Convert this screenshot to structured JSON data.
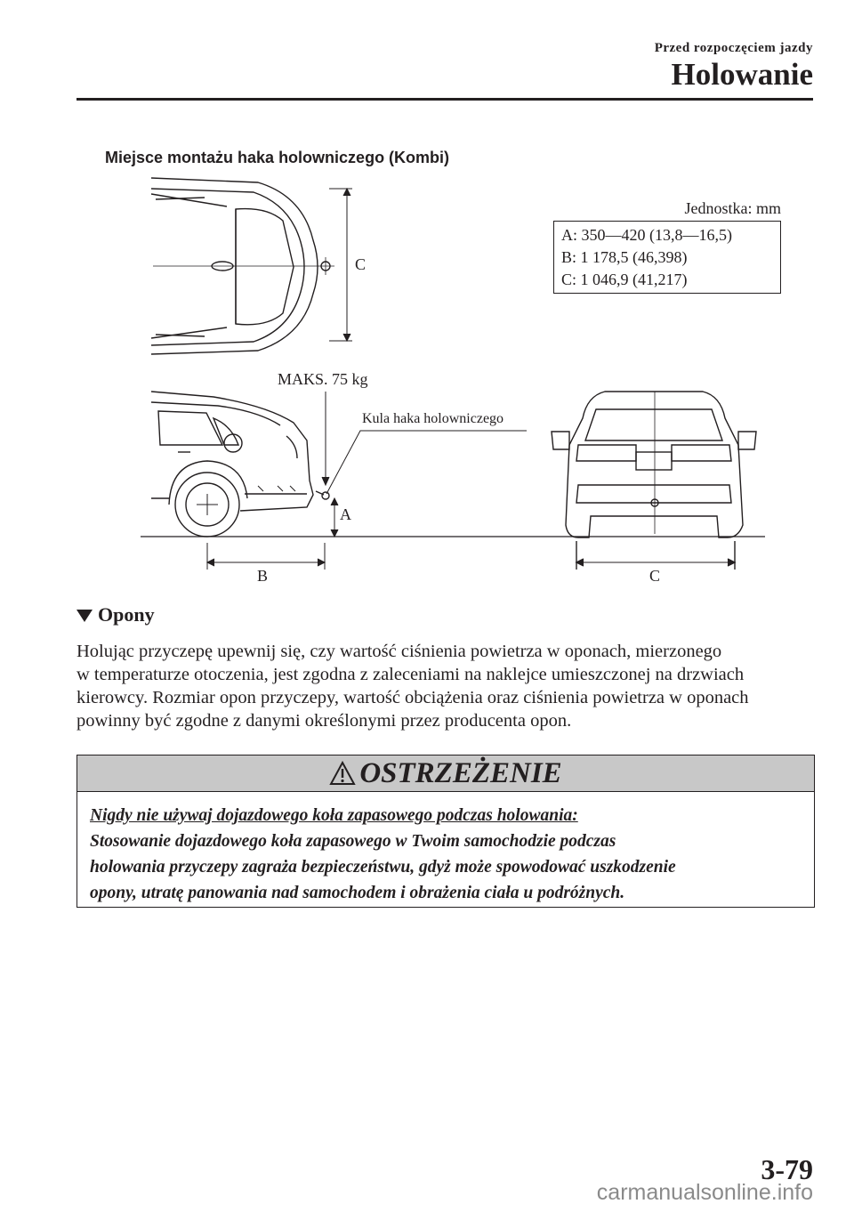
{
  "header": {
    "section": "Przed rozpoczęciem jazdy",
    "title": "Holowanie"
  },
  "figure": {
    "caption": "Miejsce montażu haka holowniczego (Kombi)",
    "unit": "Jednostka: mm",
    "specs": [
      "A: 350—420 (13,8—16,5)",
      "B: 1 178,5 (46,398)",
      "C: 1 046,9 (41,217)"
    ],
    "labels": {
      "top_c": "C",
      "max_load": "MAKS. 75 kg",
      "ball": "Kula haka holowniczego",
      "a": "A",
      "b": "B",
      "rear_c": "C"
    }
  },
  "section": {
    "title": "Opony",
    "body_lines": [
      "Holując przyczepę upewnij się, czy wartość ciśnienia powietrza w oponach, mierzonego",
      "w temperaturze otoczenia, jest zgodna z zaleceniami na naklejce umieszczonej na drzwiach",
      "kierowcy. Rozmiar opon przyczepy, wartość obciążenia oraz ciśnienia powietrza w oponach",
      "powinny być zgodne z danymi określonymi przez producenta opon."
    ]
  },
  "warning": {
    "title": "OSTRZEŻENIE",
    "lines": [
      "Nigdy nie używaj dojazdowego koła zapasowego podczas holowania:",
      "Stosowanie dojazdowego koła zapasowego w Twoim samochodzie podczas",
      "holowania przyczepy zagraża bezpieczeństwu, gdyż może spowodować uszkodzenie",
      "opony, utratę panowania nad samochodem i obrażenia ciała u podróżnych."
    ]
  },
  "footer": {
    "page": "3-79",
    "watermark": "carmanualsonline.info"
  }
}
